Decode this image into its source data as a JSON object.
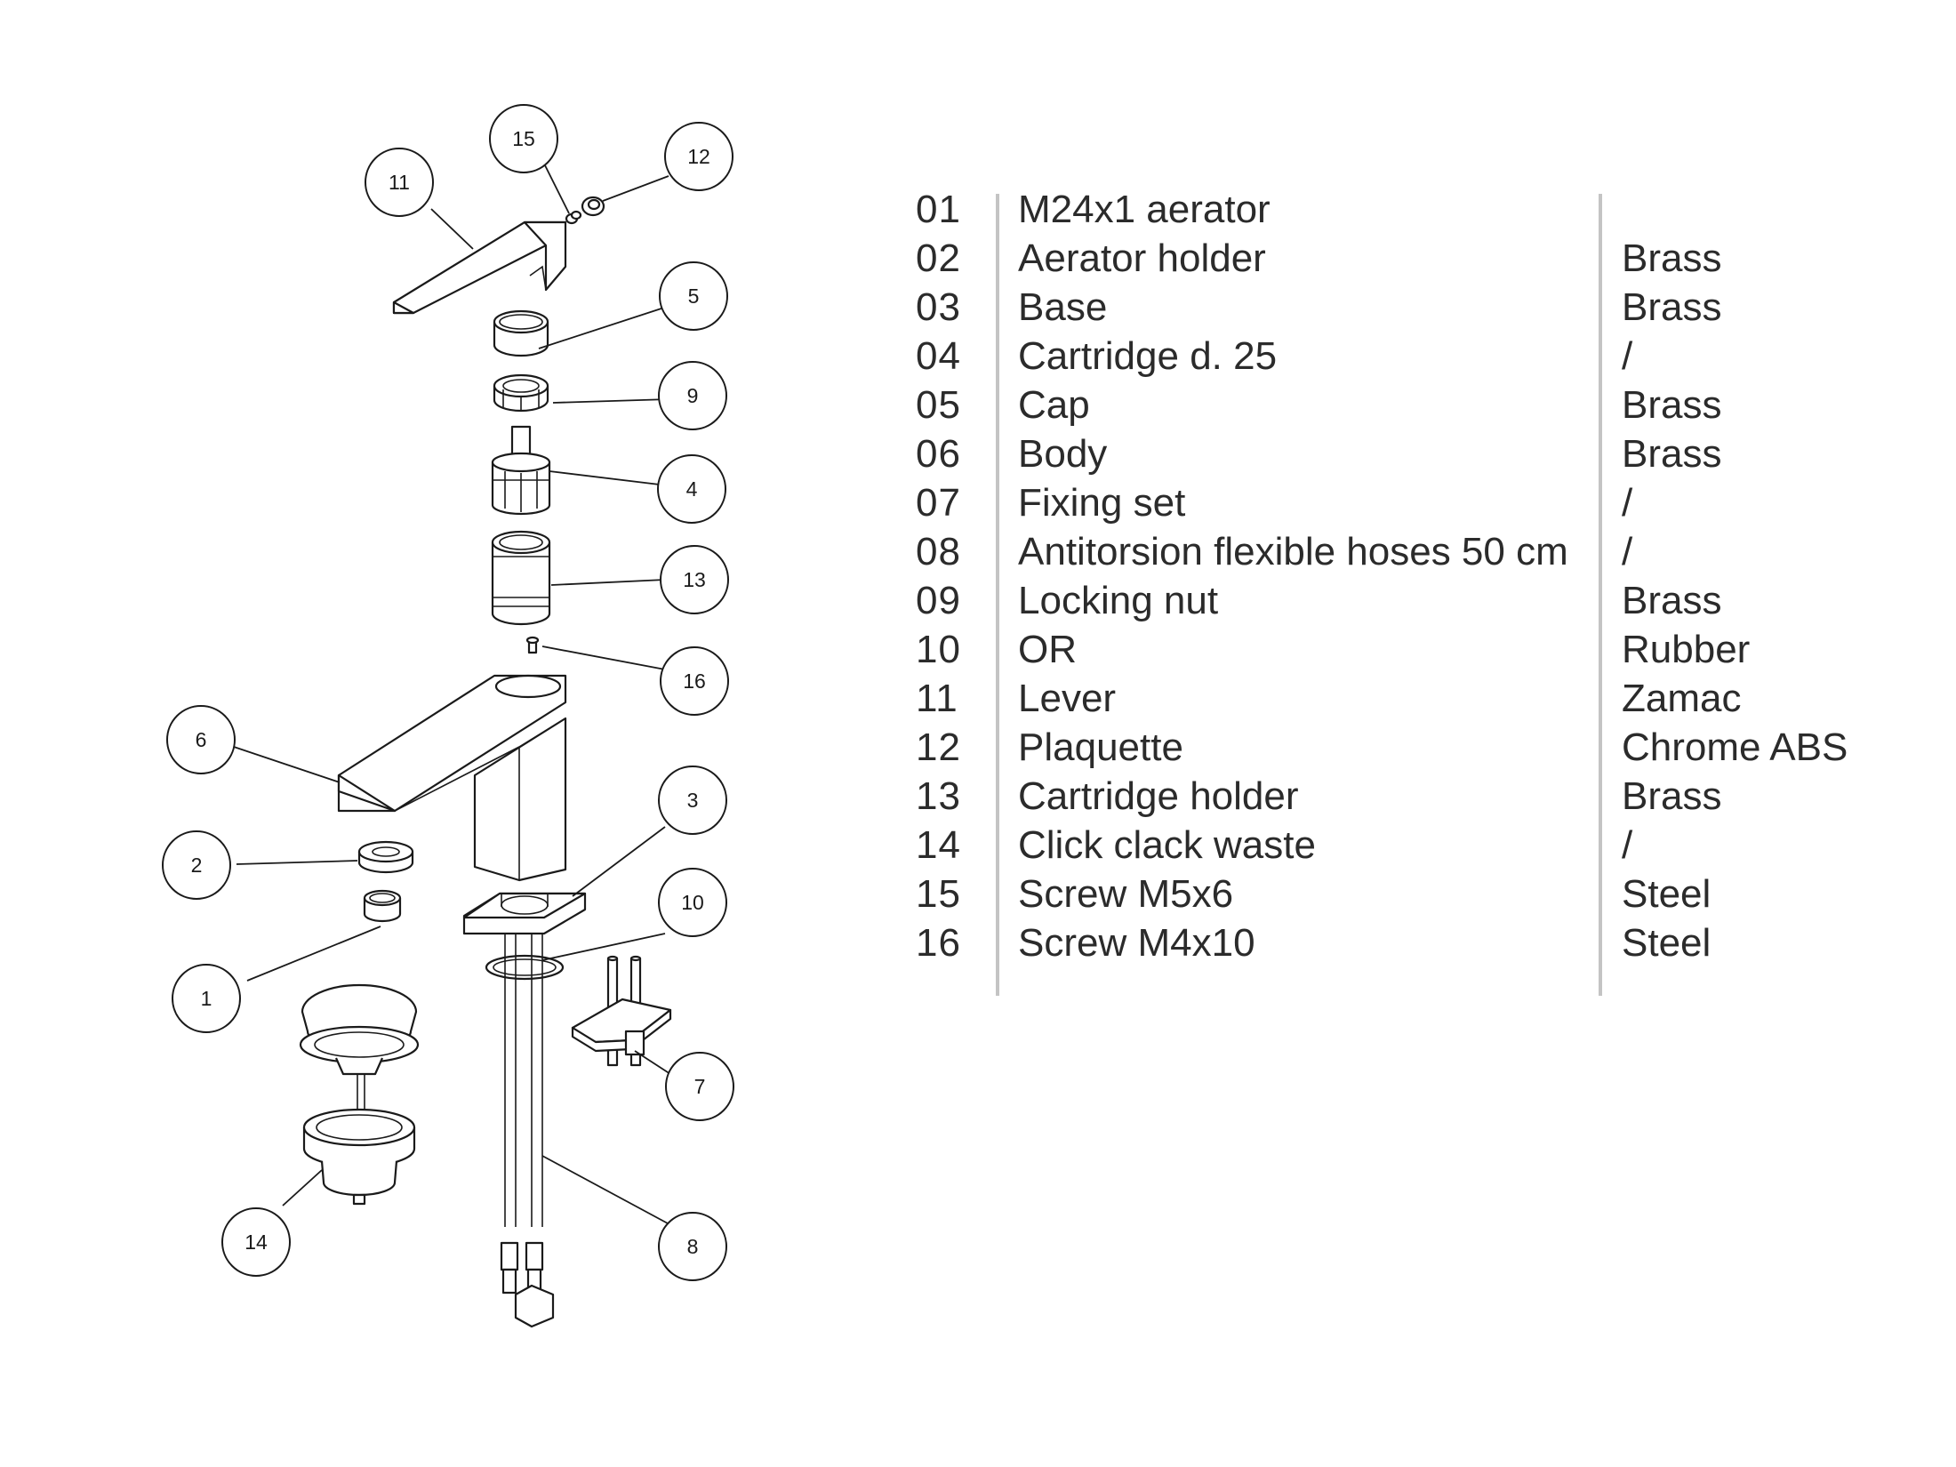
{
  "callouts": [
    "1",
    "2",
    "3",
    "4",
    "5",
    "6",
    "7",
    "8",
    "9",
    "10",
    "11",
    "12",
    "13",
    "14",
    "15",
    "16"
  ],
  "parts": [
    {
      "num": "01",
      "desc": "M24x1 aerator",
      "mat": ""
    },
    {
      "num": "02",
      "desc": "Aerator holder",
      "mat": "Brass"
    },
    {
      "num": "03",
      "desc": "Base",
      "mat": "Brass"
    },
    {
      "num": "04",
      "desc": "Cartridge d. 25",
      "mat": "/"
    },
    {
      "num": "05",
      "desc": "Cap",
      "mat": "Brass"
    },
    {
      "num": "06",
      "desc": "Body",
      "mat": "Brass"
    },
    {
      "num": "07",
      "desc": "Fixing set",
      "mat": "/"
    },
    {
      "num": "08",
      "desc": "Antitorsion flexible hoses 50 cm",
      "mat": "/"
    },
    {
      "num": "09",
      "desc": "Locking nut",
      "mat": "Brass"
    },
    {
      "num": "10",
      "desc": "OR",
      "mat": "Rubber"
    },
    {
      "num": "11",
      "desc": "Lever",
      "mat": "Zamac"
    },
    {
      "num": "12",
      "desc": "Plaquette",
      "mat": "Chrome ABS"
    },
    {
      "num": "13",
      "desc": "Cartridge holder",
      "mat": "Brass"
    },
    {
      "num": "14",
      "desc": "Click clack waste",
      "mat": "/"
    },
    {
      "num": "15",
      "desc": "Screw M5x6",
      "mat": "Steel"
    },
    {
      "num": "16",
      "desc": "Screw M4x10",
      "mat": "Steel"
    }
  ],
  "colors": {
    "line": "#1a1a1a",
    "separator": "#c4c4c4",
    "background": "#ffffff"
  }
}
